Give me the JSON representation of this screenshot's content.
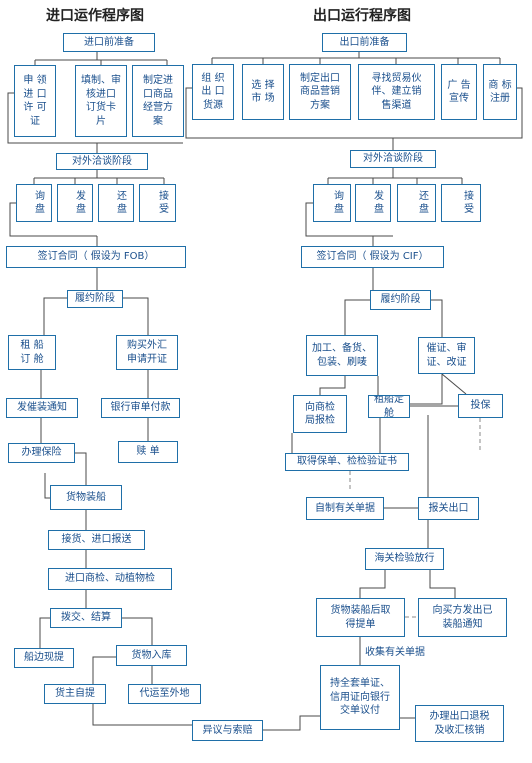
{
  "titles": {
    "import": "进口运作程序图",
    "export": "出口运行程序图"
  },
  "imp": {
    "prep": "进口前准备",
    "s1": "申  领\n进 口\n许 可\n证",
    "s2": "填制、审\n核进口\n订货卡\n片",
    "s3": "制定进\n口商品\n经营方\n案",
    "negotiation": "对外洽谈阶段",
    "n1": "询\n盘",
    "n2": "发\n盘",
    "n3": "还\n盘",
    "n4": "接\n受",
    "contract": "签订合同（ 假设为 FOB）",
    "perform": "履约阶段",
    "ship": "租   船\n订   舱",
    "fx": "购买外汇\n申请开证",
    "notice": "发催装通知",
    "bank": "银行审单付款",
    "ins": "办理保险",
    "pay": "赎    单",
    "load": "货物装船",
    "take": "接货、进口报送",
    "insp": "进口商检、动植物检",
    "settle": "拨交、结算",
    "port": "船边现提",
    "wh": "货物入库",
    "self": "货主自提",
    "transit": "代运至外地",
    "claim": "异议与索赔"
  },
  "exp": {
    "prep": "出口前准备",
    "p1": "组  织\n出  口\n货源",
    "p2": "选  择\n市  场",
    "p3": "制定出口\n商品营销\n方案",
    "p4": "寻找贸易伙\n伴、建立销\n售渠道",
    "p5": "广  告\n宣传",
    "p6": "商  标\n注册",
    "negotiation": "对外洽谈阶段",
    "n1": "询\n盘",
    "n2": "发\n盘",
    "n3": "还\n盘",
    "n4": "接\n受",
    "contract": "签订合同（ 假设为 CIF）",
    "perform": "履约阶段",
    "goods": "加工、备货、\n包装、刷唛",
    "lc": "催证、审\n证、改证",
    "insp": "向商检\n局报检",
    "ship": "租船定舱",
    "ins": "投保",
    "cert": "取得保单、检检验证书",
    "docs": "自制有关单据",
    "decl": "报关出口",
    "customs": "海关检验放行",
    "bl": "货物装船后取\n得提单",
    "advice": "向买方发出已\n装船通知",
    "collect": "收集有关单据",
    "nego": "持全套单证、\n信用证向银行\n交单议付",
    "refund": "办理出口退税\n及收汇核销"
  }
}
